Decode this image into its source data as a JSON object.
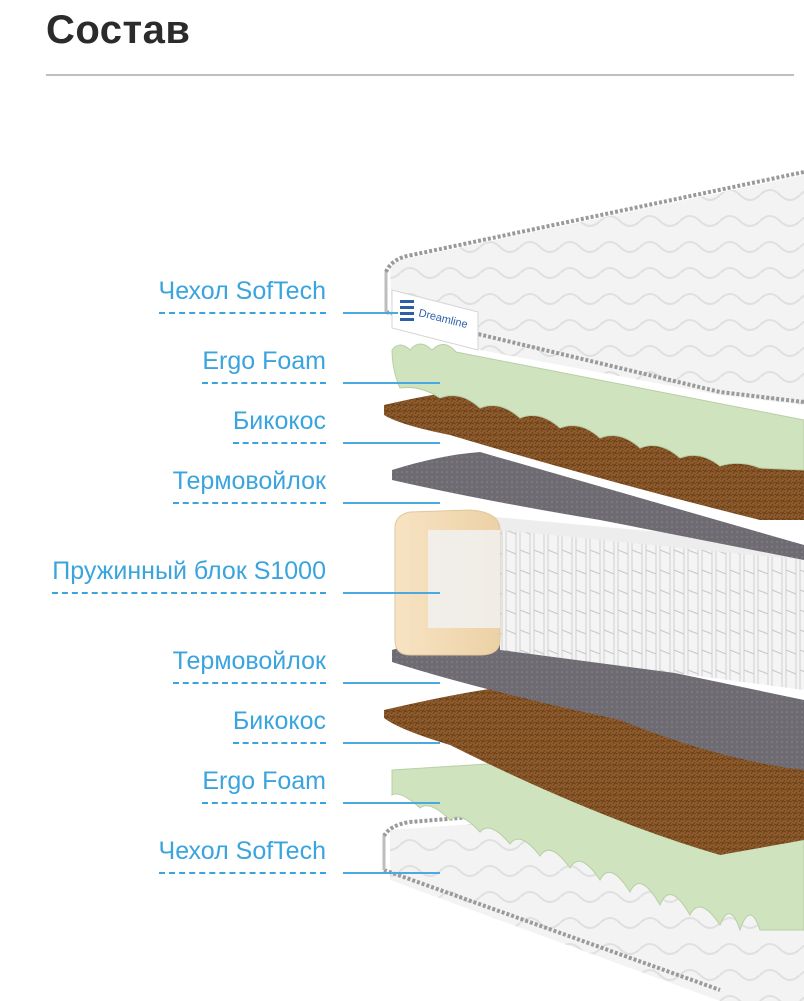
{
  "header": {
    "title": "Состав"
  },
  "brand": {
    "logo_text": "Dreamline"
  },
  "layers": [
    {
      "label": "Чехол SofTech"
    },
    {
      "label": "Ergo Foam"
    },
    {
      "label": "Бикокос"
    },
    {
      "label": "Термовойлок"
    },
    {
      "label": "Пружинный блок S1000"
    },
    {
      "label": "Термовойлок"
    },
    {
      "label": "Бикокос"
    },
    {
      "label": "Ergo Foam"
    },
    {
      "label": "Чехол SofTech"
    }
  ],
  "colors": {
    "accent": "#3aa4de",
    "title": "#2b2b2b",
    "cover": "#f2f2f2",
    "foam": "#cfe3bf",
    "coconut": "#8a5a2b",
    "felt": "#6d6b70",
    "springs": "#eeeeee",
    "frame": "#f3ddb8"
  }
}
